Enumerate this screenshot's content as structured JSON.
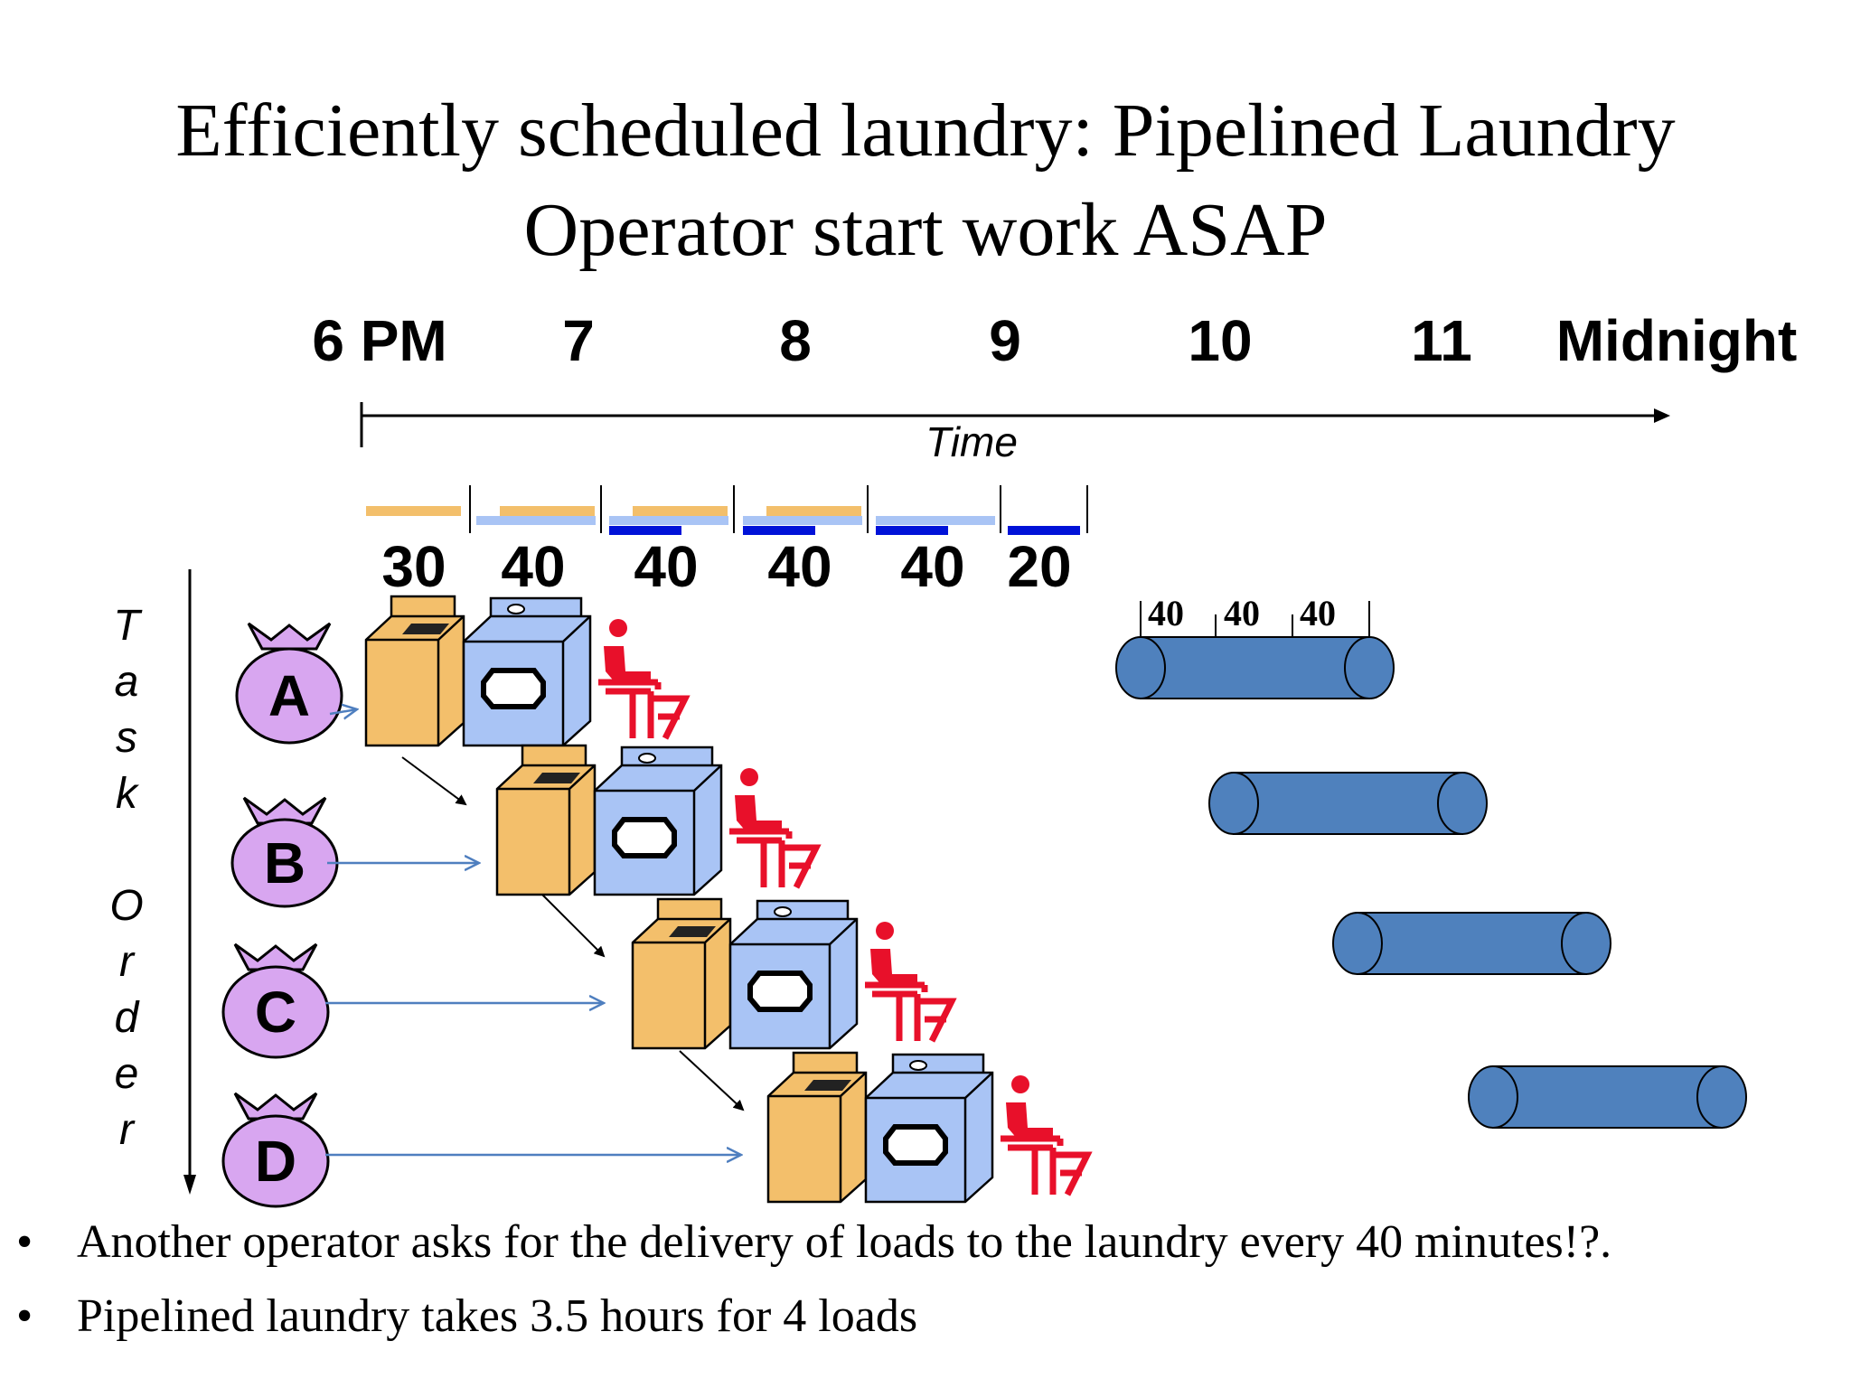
{
  "title": {
    "line1": "Efficiently scheduled laundry: Pipelined Laundry",
    "line2": "Operator start work ASAP"
  },
  "timeline": {
    "hours": [
      "6 PM",
      "7",
      "8",
      "9",
      "10",
      "11",
      "Midnight"
    ],
    "axis_label": "Time"
  },
  "stage_durations": [
    "30",
    "40",
    "40",
    "40",
    "40",
    "20"
  ],
  "task_order_label": [
    "T",
    "a",
    "s",
    "k",
    "",
    "O",
    "r",
    "d",
    "e",
    "r"
  ],
  "loads": [
    "A",
    "B",
    "C",
    "D"
  ],
  "pipe_stage_times": [
    "40",
    "40",
    "40"
  ],
  "colors": {
    "washer": "#f3bf6b",
    "dryer": "#a9c4f5",
    "folder": "#e8102a",
    "bag": "#d8a6f0",
    "pipe": "#4f81bd",
    "dark_blue": "#0012d8",
    "arrow_blue": "#4f7fbf"
  },
  "bullets": [
    "Another operator asks for the delivery of loads to the laundry every 40 minutes!?.",
    "Pipelined laundry takes 3.5 hours for 4 loads"
  ]
}
